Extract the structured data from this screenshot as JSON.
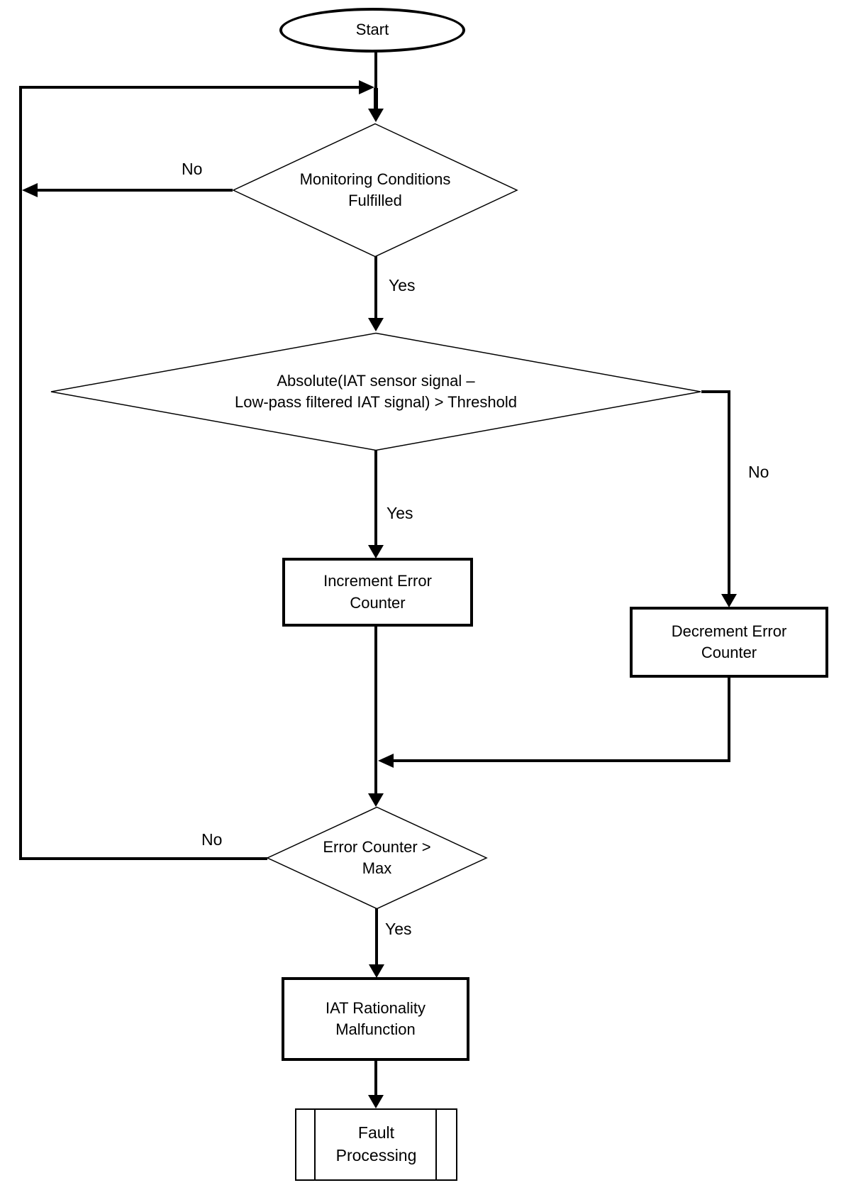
{
  "flowchart": {
    "nodes": {
      "start": {
        "type": "terminator",
        "label": "Start"
      },
      "monitoring_conditions": {
        "type": "decision",
        "label": "Monitoring Conditions\nFulfilled"
      },
      "iat_threshold": {
        "type": "decision",
        "label": "Absolute(IAT sensor signal –\nLow-pass filtered IAT signal) > Threshold"
      },
      "increment_error_counter": {
        "type": "process",
        "label": "Increment Error\nCounter"
      },
      "decrement_error_counter": {
        "type": "process",
        "label": "Decrement Error\nCounter"
      },
      "error_counter_max": {
        "type": "decision",
        "label": "Error Counter >\nMax"
      },
      "iat_rationality_malfunction": {
        "type": "process",
        "label": "IAT Rationality\nMalfunction"
      },
      "fault_processing": {
        "type": "predefined-process",
        "label": "Fault\nProcessing"
      }
    },
    "edge_labels": {
      "monitoring_no": "No",
      "monitoring_yes": "Yes",
      "threshold_yes": "Yes",
      "threshold_no": "No",
      "error_counter_no": "No",
      "error_counter_yes": "Yes"
    },
    "colors": {
      "line": "#000000",
      "background": "#ffffff",
      "node_fill": "#ffffff"
    }
  }
}
